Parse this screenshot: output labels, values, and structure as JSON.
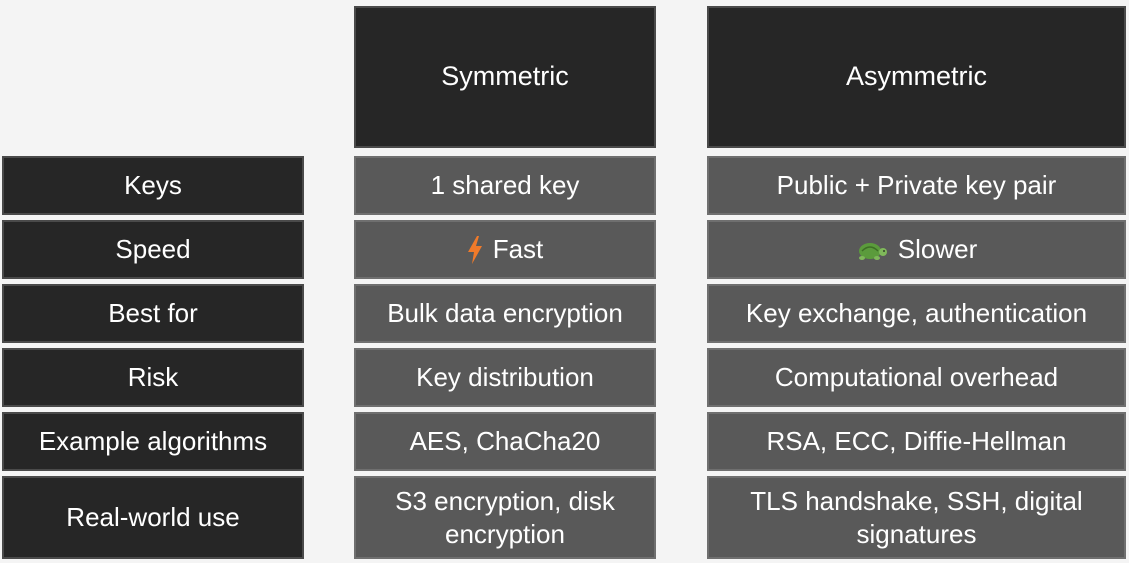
{
  "columns": {
    "symmetric": "Symmetric",
    "asymmetric": "Asymmetric"
  },
  "rows": [
    {
      "label": "Keys",
      "symmetric": "1 shared key",
      "asymmetric": "Public + Private key pair"
    },
    {
      "label": "Speed",
      "symmetric": "Fast",
      "asymmetric": "Slower",
      "symmetric_icon": "lightning-bolt-icon",
      "asymmetric_icon": "turtle-icon"
    },
    {
      "label": "Best for",
      "symmetric": "Bulk data encryption",
      "asymmetric": "Key exchange, authentication"
    },
    {
      "label": "Risk",
      "symmetric": "Key distribution",
      "asymmetric": "Computational overhead"
    },
    {
      "label": "Example algorithms",
      "symmetric": "AES, ChaCha20",
      "asymmetric": "RSA, ECC, Diffie-Hellman"
    },
    {
      "label": "Real-world use",
      "symmetric": "S3 encryption, disk encryption",
      "asymmetric": "TLS handshake, SSH, digital signatures"
    }
  ],
  "colors": {
    "header_bg": "#262626",
    "label_bg": "#262626",
    "value_bg": "#595959",
    "page_bg": "#f4f4f4",
    "bolt": "#f07a2a",
    "turtle": "#5b9b3c"
  }
}
